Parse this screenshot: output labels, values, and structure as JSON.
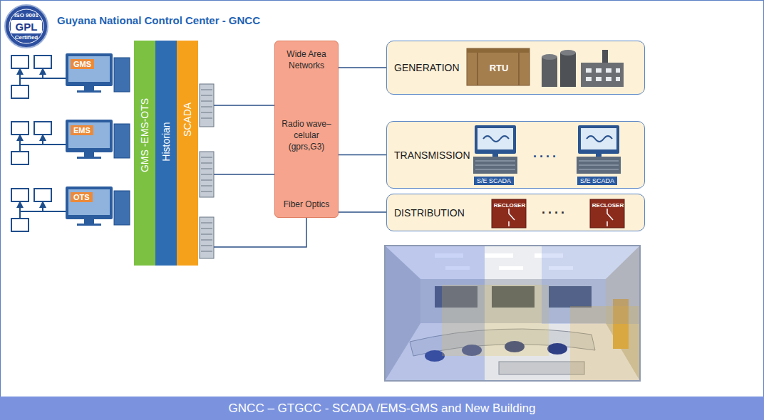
{
  "diagram": {
    "title": "Guyana National Control Center - GNCC",
    "caption": "GNCC – GTGCC - SCADA /EMS-GMS and New Building",
    "nodes": [
      {
        "text": [
          "ISO 9001",
          "GPL",
          "Certified"
        ]
      },
      {
        "text": [
          "GMS"
        ]
      },
      {
        "text": [
          "EMS"
        ]
      },
      {
        "text": [
          "OTS"
        ]
      },
      {
        "text": [
          "GMS -EMS-OTS"
        ]
      },
      {
        "text": [
          "Historian"
        ]
      },
      {
        "text": [
          "SCADA"
        ]
      },
      {
        "text": [
          "Wide Area Networks",
          "Radio wave– celular (gprs,G3)",
          "Fiber Optics"
        ]
      },
      {
        "text": [
          "GENERATION"
        ]
      },
      {
        "text": [
          "RTU"
        ],
        "in": 8
      },
      {
        "text": [
          "TRANSMISSION"
        ]
      },
      {
        "text": [
          "S/E SCADA"
        ],
        "in": 10
      },
      {
        "text": [
          "S/E SCADA"
        ],
        "in": 10
      },
      {
        "text": [
          "DISTRIBUTION"
        ]
      },
      {
        "text": [
          "RECLOSER"
        ],
        "in": 13
      },
      {
        "text": [
          "RECLOSER"
        ],
        "in": 13
      }
    ],
    "edges": [
      {
        "from": 7,
        "to": 8,
        "arrow": "none"
      },
      {
        "from": 7,
        "to": 10,
        "arrow": "none"
      },
      {
        "from": 7,
        "to": 13,
        "arrow": "none"
      }
    ],
    "labels": [
      "....",
      "...."
    ]
  }
}
